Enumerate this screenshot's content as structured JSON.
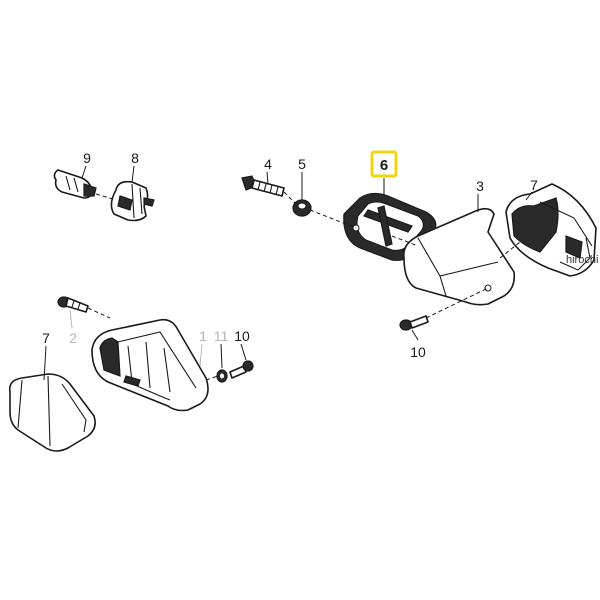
{
  "watermark": "hirochi",
  "highlight_color": "#f2d40c",
  "callouts": {
    "p9": "9",
    "p8": "8",
    "p4": "4",
    "p5": "5",
    "p6": "6",
    "p3": "3",
    "p7_right": "7",
    "p7_left": "7",
    "p2": "2",
    "p1": "1",
    "p11": "11",
    "p10_left": "10",
    "p10_right": "10"
  }
}
